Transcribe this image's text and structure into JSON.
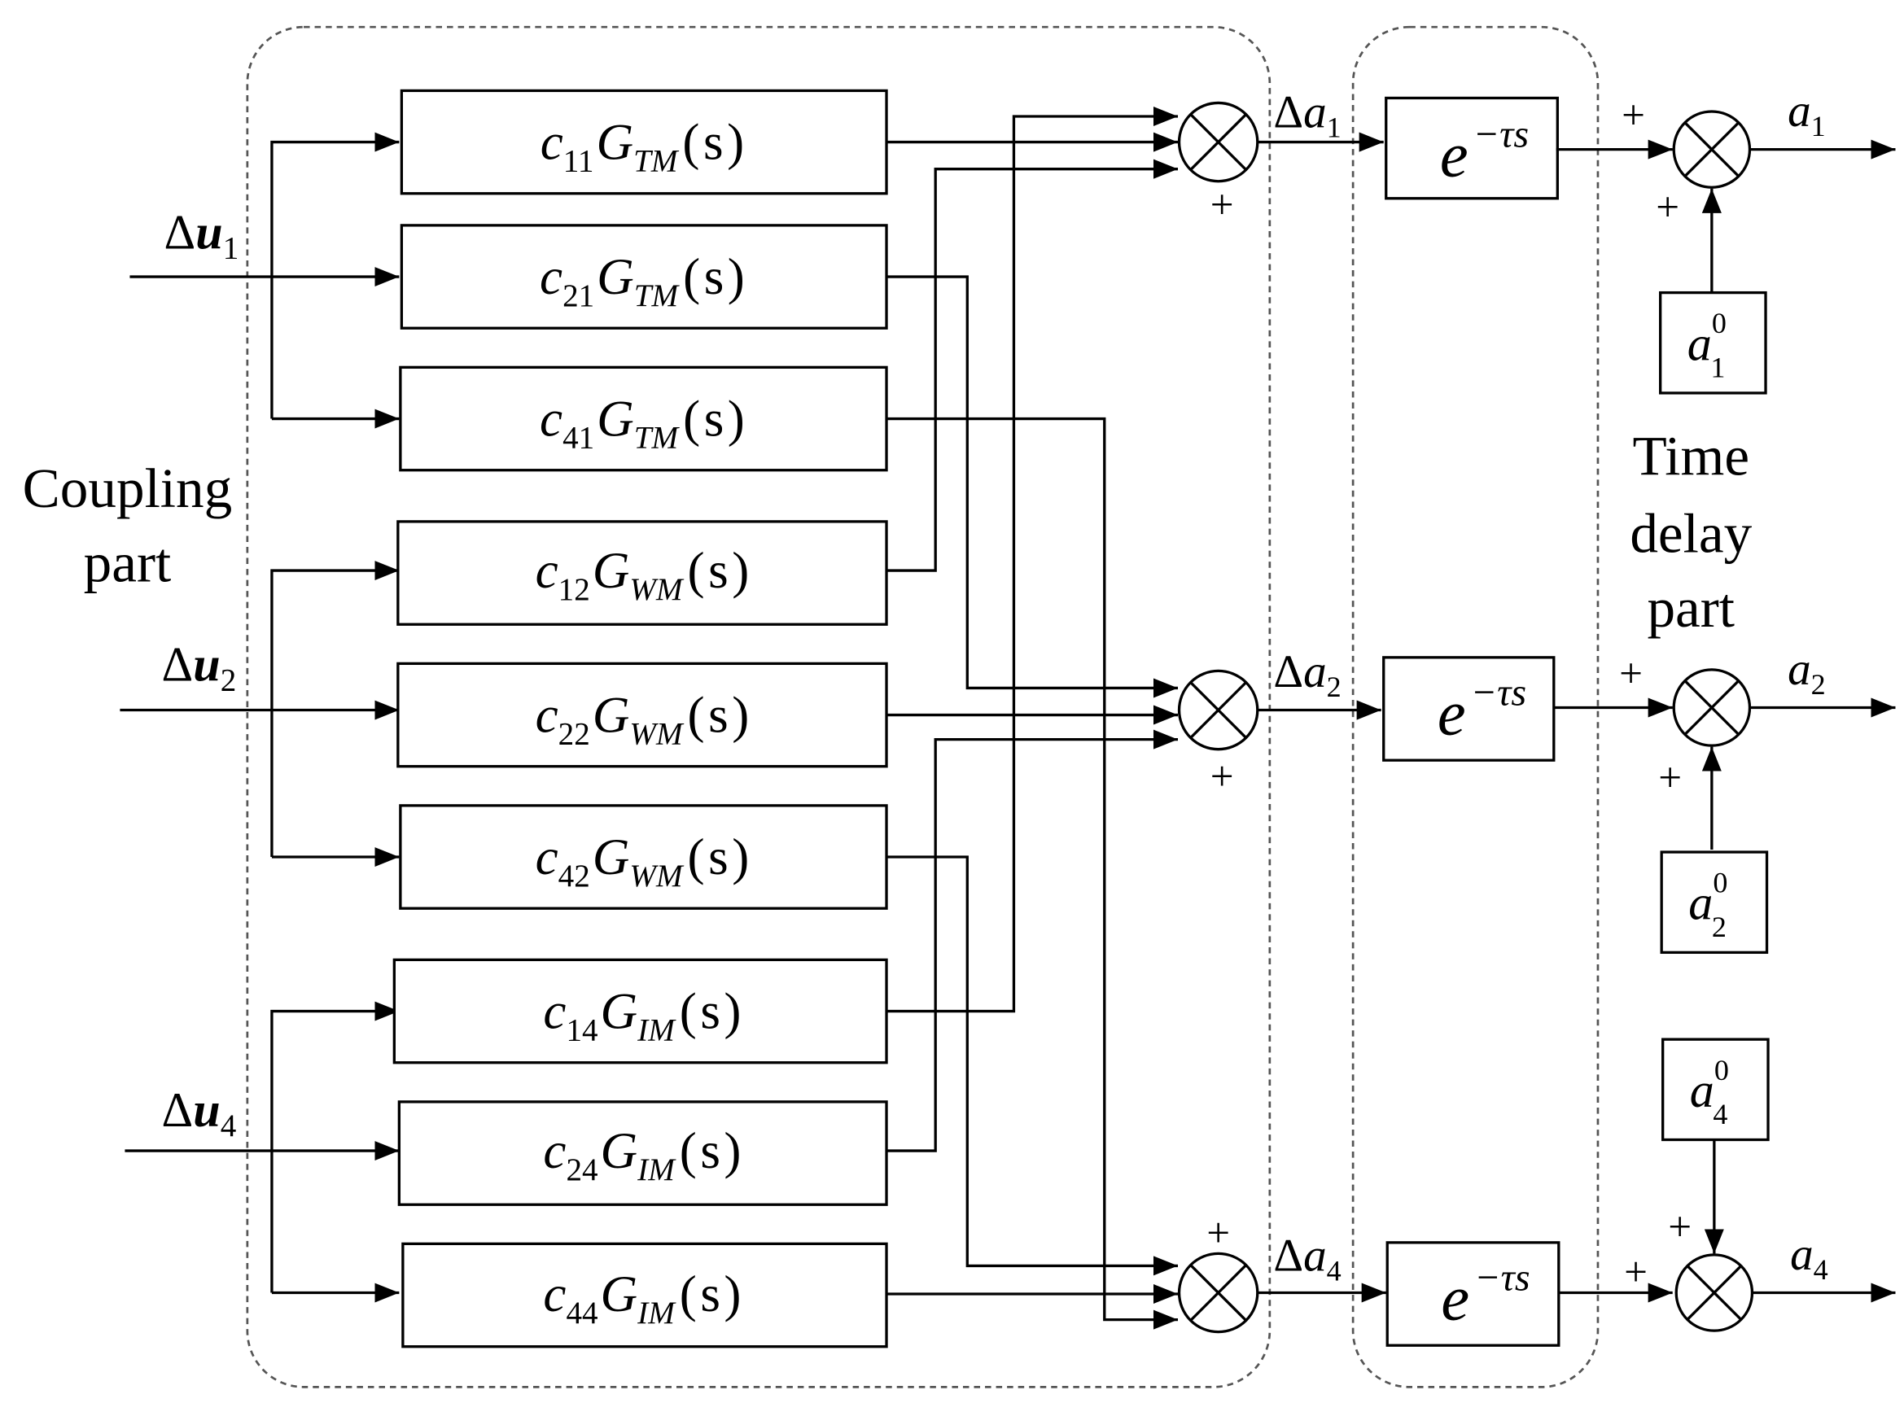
{
  "regions": {
    "coupling_label_line1": "Coupling",
    "coupling_label_line2": "part",
    "delay_label_line1": "Time",
    "delay_label_line2": "delay",
    "delay_label_line3": "part"
  },
  "inputs": [
    {
      "delta": "Δ",
      "var": "u",
      "sub": "1"
    },
    {
      "delta": "Δ",
      "var": "u",
      "sub": "2"
    },
    {
      "delta": "Δ",
      "var": "u",
      "sub": "4"
    }
  ],
  "blocks": [
    {
      "c": "c",
      "csub": "11",
      "G": "G",
      "gsub": "TM",
      "arg": "(s)"
    },
    {
      "c": "c",
      "csub": "21",
      "G": "G",
      "gsub": "TM",
      "arg": "(s)"
    },
    {
      "c": "c",
      "csub": "41",
      "G": "G",
      "gsub": "TM",
      "arg": "(s)"
    },
    {
      "c": "c",
      "csub": "12",
      "G": "G",
      "gsub": "WM",
      "arg": "(s)"
    },
    {
      "c": "c",
      "csub": "22",
      "G": "G",
      "gsub": "WM",
      "arg": "(s)"
    },
    {
      "c": "c",
      "csub": "42",
      "G": "G",
      "gsub": "WM",
      "arg": "(s)"
    },
    {
      "c": "c",
      "csub": "14",
      "G": "G",
      "gsub": "IM",
      "arg": "(s)"
    },
    {
      "c": "c",
      "csub": "24",
      "G": "G",
      "gsub": "IM",
      "arg": "(s)"
    },
    {
      "c": "c",
      "csub": "44",
      "G": "G",
      "gsub": "IM",
      "arg": "(s)"
    }
  ],
  "intermediate": [
    {
      "delta": "Δ",
      "var": "a",
      "sub": "1"
    },
    {
      "delta": "Δ",
      "var": "a",
      "sub": "2"
    },
    {
      "delta": "Δ",
      "var": "a",
      "sub": "4"
    }
  ],
  "delay": {
    "base": "e",
    "exp": "−τs"
  },
  "offsets": [
    {
      "var": "a",
      "sub": "1",
      "sup": "0"
    },
    {
      "var": "a",
      "sub": "2",
      "sup": "0"
    },
    {
      "var": "a",
      "sub": "4",
      "sup": "0"
    }
  ],
  "outputs": [
    {
      "var": "a",
      "sub": "1"
    },
    {
      "var": "a",
      "sub": "2"
    },
    {
      "var": "a",
      "sub": "4"
    }
  ],
  "plus_sign": "+"
}
